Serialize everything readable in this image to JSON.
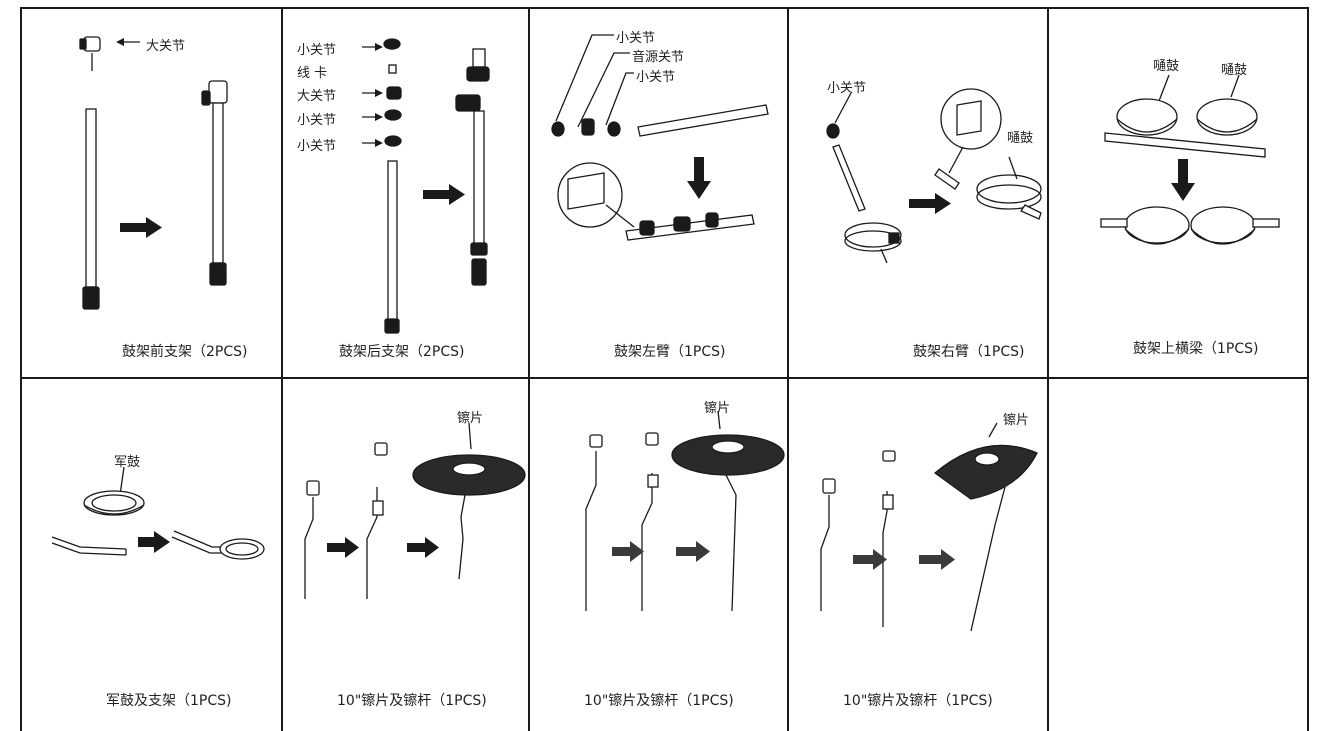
{
  "panels": [
    {
      "caption": "鼓架前支架（2PCS)",
      "labels": {
        "big_joint": "大关节"
      }
    },
    {
      "caption": "鼓架后支架（2PCS)",
      "labels": {
        "small_joint_1": "小关节",
        "cable_clip": "线 卡",
        "big_joint": "大关节",
        "small_joint_2": "小关节",
        "small_joint_3": "小关节"
      }
    },
    {
      "caption": "鼓架左臂（1PCS)",
      "labels": {
        "small_joint_a": "小关节",
        "sound_joint": "音源关节",
        "small_joint_b": "小关节"
      }
    },
    {
      "caption": "鼓架右臂（1PCS)",
      "labels": {
        "small_joint": "小关节",
        "tom": "嗵鼓"
      }
    },
    {
      "caption": "鼓架上横梁（1PCS)",
      "labels": {
        "tom_left": "嗵鼓",
        "tom_right": "嗵鼓"
      }
    },
    {
      "caption": "军鼓及支架（1PCS)",
      "labels": {
        "snare": "军鼓"
      }
    },
    {
      "caption": "10\"镲片及镲杆（1PCS)",
      "labels": {
        "cymbal": "镲片"
      }
    },
    {
      "caption": "10\"镲片及镲杆（1PCS)",
      "labels": {
        "cymbal": "镲片"
      }
    },
    {
      "caption": "10\"镲片及镲杆（1PCS)",
      "labels": {
        "cymbal": "镲片"
      }
    }
  ],
  "colors": {
    "line": "#1a1a1a",
    "arrow": "#1a1a1a",
    "arrow_grey": "#3a3a3a"
  }
}
